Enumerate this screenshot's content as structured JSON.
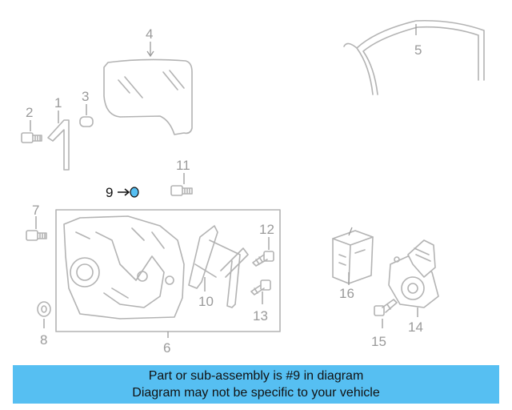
{
  "diagram": {
    "callouts": {
      "c1": "1",
      "c2": "2",
      "c3": "3",
      "c4": "4",
      "c5": "5",
      "c6": "6",
      "c7": "7",
      "c8": "8",
      "c9": "9",
      "c10": "10",
      "c11": "11",
      "c12": "12",
      "c13": "13",
      "c14": "14",
      "c15": "15",
      "c16": "16"
    },
    "highlight_color": "#56bff2",
    "part_color": "#b3b3b3"
  },
  "banner": {
    "line1": "Part or sub-assembly is #9 in diagram",
    "line2": "Diagram may not be specific to your vehicle",
    "background": "#56bff2"
  }
}
